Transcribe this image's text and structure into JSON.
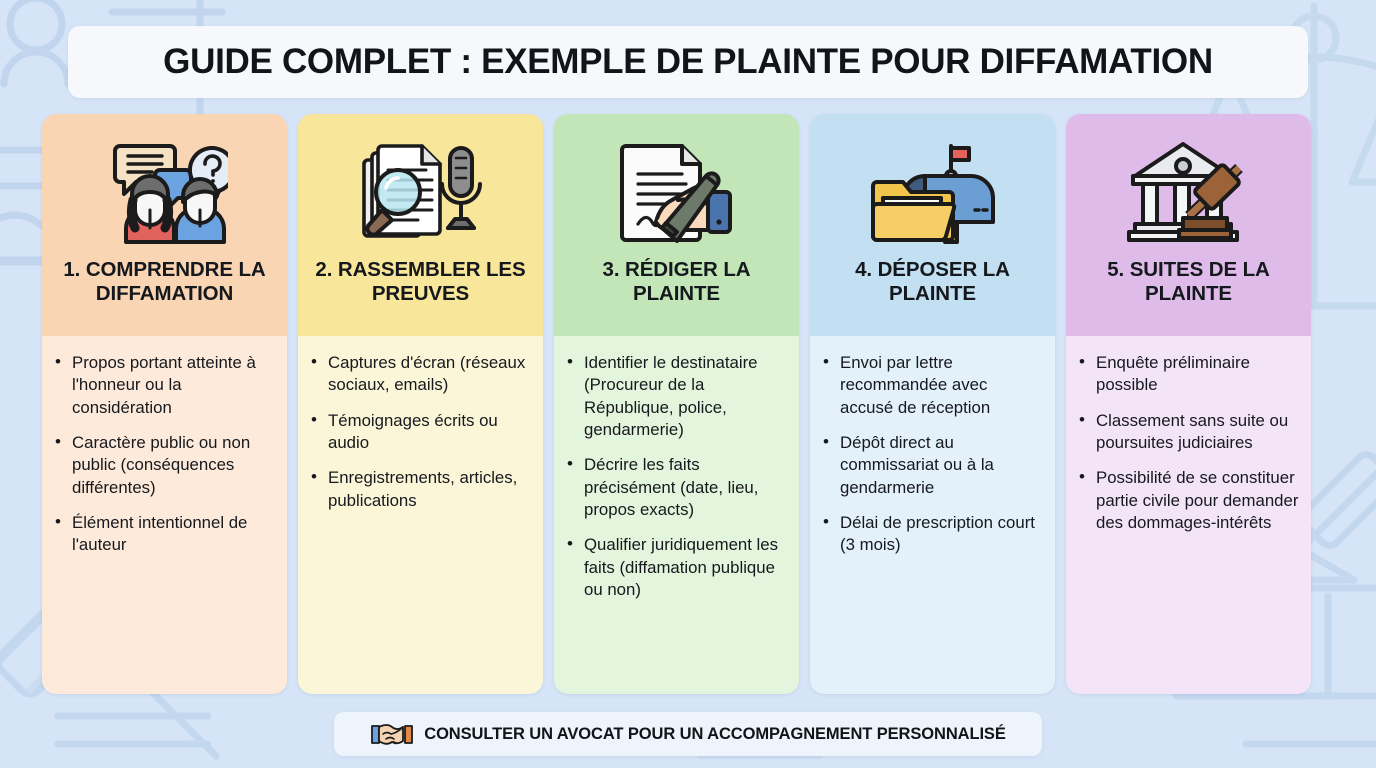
{
  "title": "GUIDE COMPLET : EXEMPLE DE PLAINTE POUR DIFFAMATION",
  "background_color": "#d6e4f7",
  "title_bar_color": "#f6f8fc",
  "cards": [
    {
      "number": "1.",
      "title": "1. COMPRENDRE LA DIFFAMATION",
      "icon": "speech-bubbles-people-icon",
      "head_color": "#fad5b4",
      "body_color": "#fdeadb",
      "bullets": [
        "Propos portant atteinte à l'honneur ou la considération",
        "Caractère public ou non public (conséquences différentes)",
        "Élément intentionnel de l'auteur"
      ]
    },
    {
      "number": "2.",
      "title": "2. RASSEMBLER LES PREUVES",
      "icon": "documents-magnifier-microphone-icon",
      "head_color": "#f8e69a",
      "body_color": "#fcf6d8",
      "bullets": [
        "Captures d'écran (réseaux sociaux, emails)",
        "Témoignages écrits ou audio",
        "Enregistrements, articles, publications"
      ]
    },
    {
      "number": "3.",
      "title": "3. RÉDIGER LA PLAINTE",
      "icon": "hand-writing-document-icon",
      "head_color": "#c3e6b8",
      "body_color": "#e3f5dc",
      "bullets": [
        "Identifier le destinataire (Procureur de la République, police, gendarmerie)",
        "Décrire les faits précisément (date, lieu, propos exacts)",
        "Qualifier juridiquement les faits (diffamation publique ou non)"
      ]
    },
    {
      "number": "4.",
      "title": "4. DÉPOSER LA PLAINTE",
      "icon": "folder-mailbox-icon",
      "head_color": "#c3e0f2",
      "body_color": "#e2f1fa",
      "bullets": [
        "Envoi par lettre recommandée avec accusé de réception",
        "Dépôt direct au commissariat ou à la gendarmerie",
        "Délai de prescription court (3 mois)"
      ]
    },
    {
      "number": "5.",
      "title": "5. SUITES DE LA PLAINTE",
      "icon": "courthouse-gavel-icon",
      "head_color": "#dfbbea",
      "body_color": "#f4e4f8",
      "bullets": [
        "Enquête préliminaire possible",
        "Classement sans suite ou poursuites judiciaires",
        "Possibilité de se constituer partie civile pour demander des dommages-intérêts"
      ]
    }
  ],
  "footer": {
    "icon": "handshake-icon",
    "text": "CONSULTER UN AVOCAT POUR UN ACCOMPAGNEMENT PERSONNALISÉ"
  }
}
